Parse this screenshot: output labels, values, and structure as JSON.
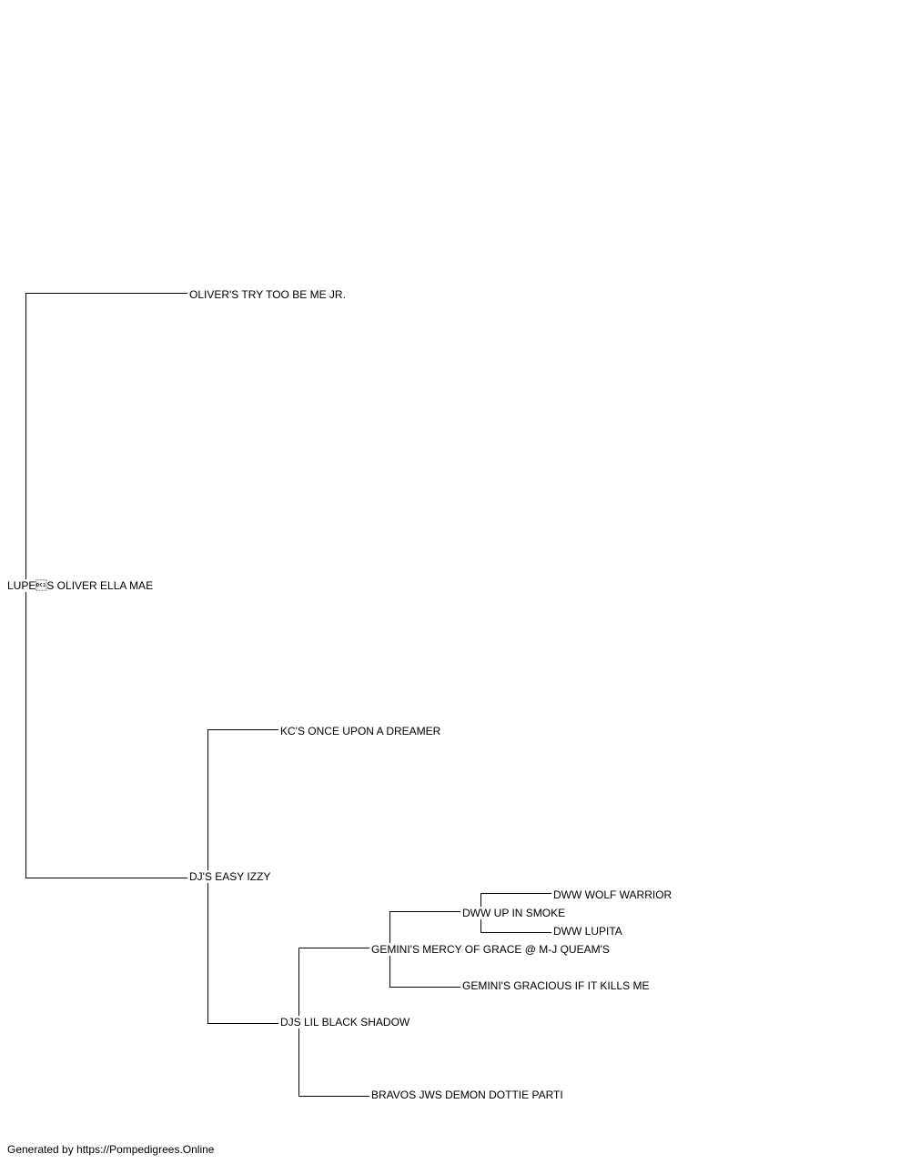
{
  "pedigree": {
    "root": {
      "name": "LUPE\u0012S OLIVER ELLA MAE"
    },
    "sire": {
      "name": "OLIVER'S TRY TOO BE ME JR."
    },
    "dam": {
      "name": "DJ'S EASY IZZY"
    },
    "dam_sire": {
      "name": "KC'S ONCE UPON A DREAMER"
    },
    "dam_dam": {
      "name": "DJS LIL BLACK SHADOW"
    },
    "dam_dam_sire": {
      "name": "GEMINI'S MERCY OF GRACE @ M-J QUEAM'S"
    },
    "dam_dam_dam": {
      "name": "BRAVOS JWS DEMON DOTTIE PARTI"
    },
    "dam_dam_sire_sire": {
      "name": "DWW UP IN SMOKE"
    },
    "dam_dam_sire_dam": {
      "name": "GEMINI'S GRACIOUS IF IT KILLS ME"
    },
    "dam_dam_sire_sire_sire": {
      "name": "DWW WOLF WARRIOR"
    },
    "dam_dam_sire_sire_dam": {
      "name": "DWW LUPITA"
    }
  },
  "footer": {
    "text": "Generated by https://Pompedigrees.Online"
  }
}
